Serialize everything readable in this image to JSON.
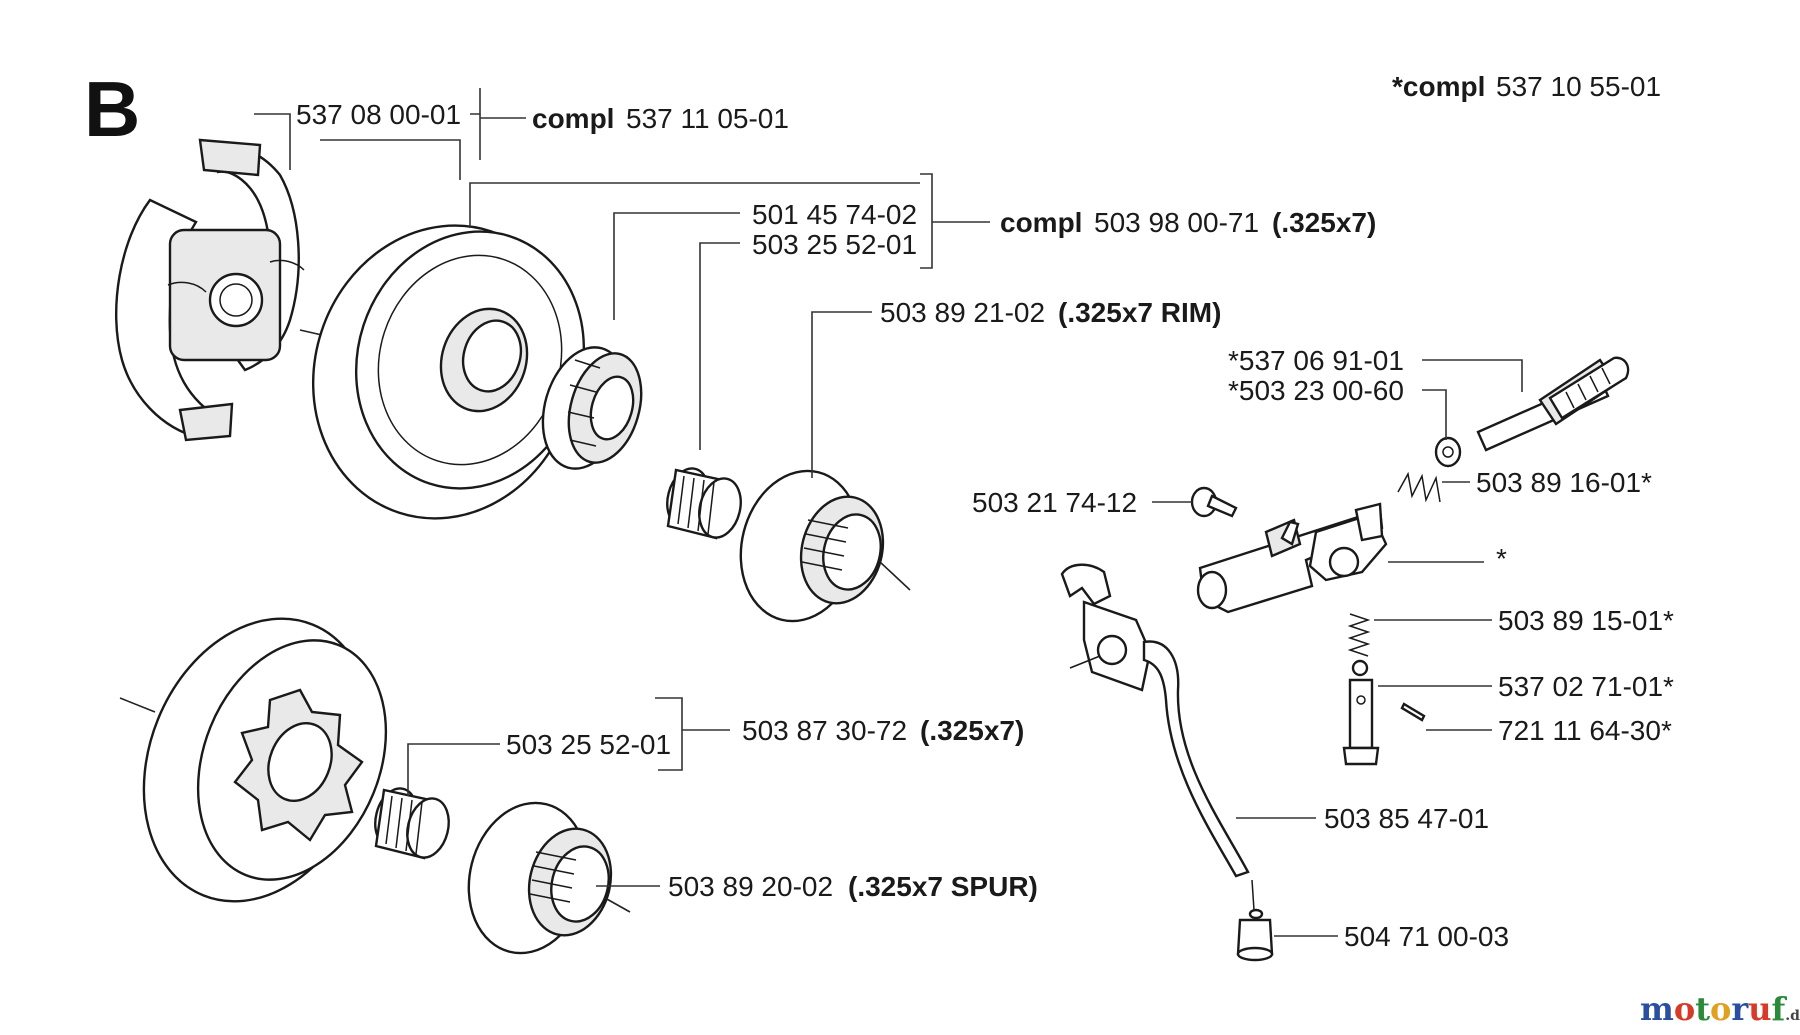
{
  "section_letter": "B",
  "labels": {
    "clutch_assy_compl_word": "compl",
    "clutch_assy_compl_num": "537 11 05-01",
    "clutch_shoe": "537 08 00-01",
    "drum_rim_compl_word": "compl",
    "drum_rim_compl_num": "503 98 00-71",
    "drum_rim_compl_spec": "(.325x7)",
    "rim_sprocket": "501 45 74-02",
    "needle_bearing_top": "503 25 52-01",
    "drum_rim": "503 89 21-02",
    "drum_rim_spec": "(.325x7 RIM)",
    "spur_drum": "503 87 30-72",
    "spur_drum_spec": "(.325x7)",
    "needle_bearing_bottom": "503 25 52-01",
    "spur_drum_hub": "503 89 20-02",
    "spur_drum_hub_spec": "(.325x7 SPUR)",
    "oil_pump_compl_word": "*compl",
    "oil_pump_compl_num": "537 10 55-01",
    "pump_shaft": "*537 06 91-01",
    "pump_washer": "*503 23 00-60",
    "pump_spring_top": "503 89 16-01*",
    "pump_screw": "503 21 74-12",
    "pump_housing": "*",
    "pump_spring_mid": "503 89 15-01*",
    "pump_piston": "537 02 71-01*",
    "pump_pin": "721 11 64-30*",
    "oil_hose": "503 85 47-01",
    "oil_filter": "504 71 00-03"
  },
  "watermark": {
    "parts": [
      "m",
      "o",
      "t",
      "o",
      "r",
      "u",
      "f"
    ],
    "suffix": ".de",
    "colors": [
      "#2b4fa0",
      "#d63b2a",
      "#2a8a3a",
      "#e0a020",
      "#2b4fa0",
      "#d63b2a",
      "#2a8a3a"
    ]
  }
}
